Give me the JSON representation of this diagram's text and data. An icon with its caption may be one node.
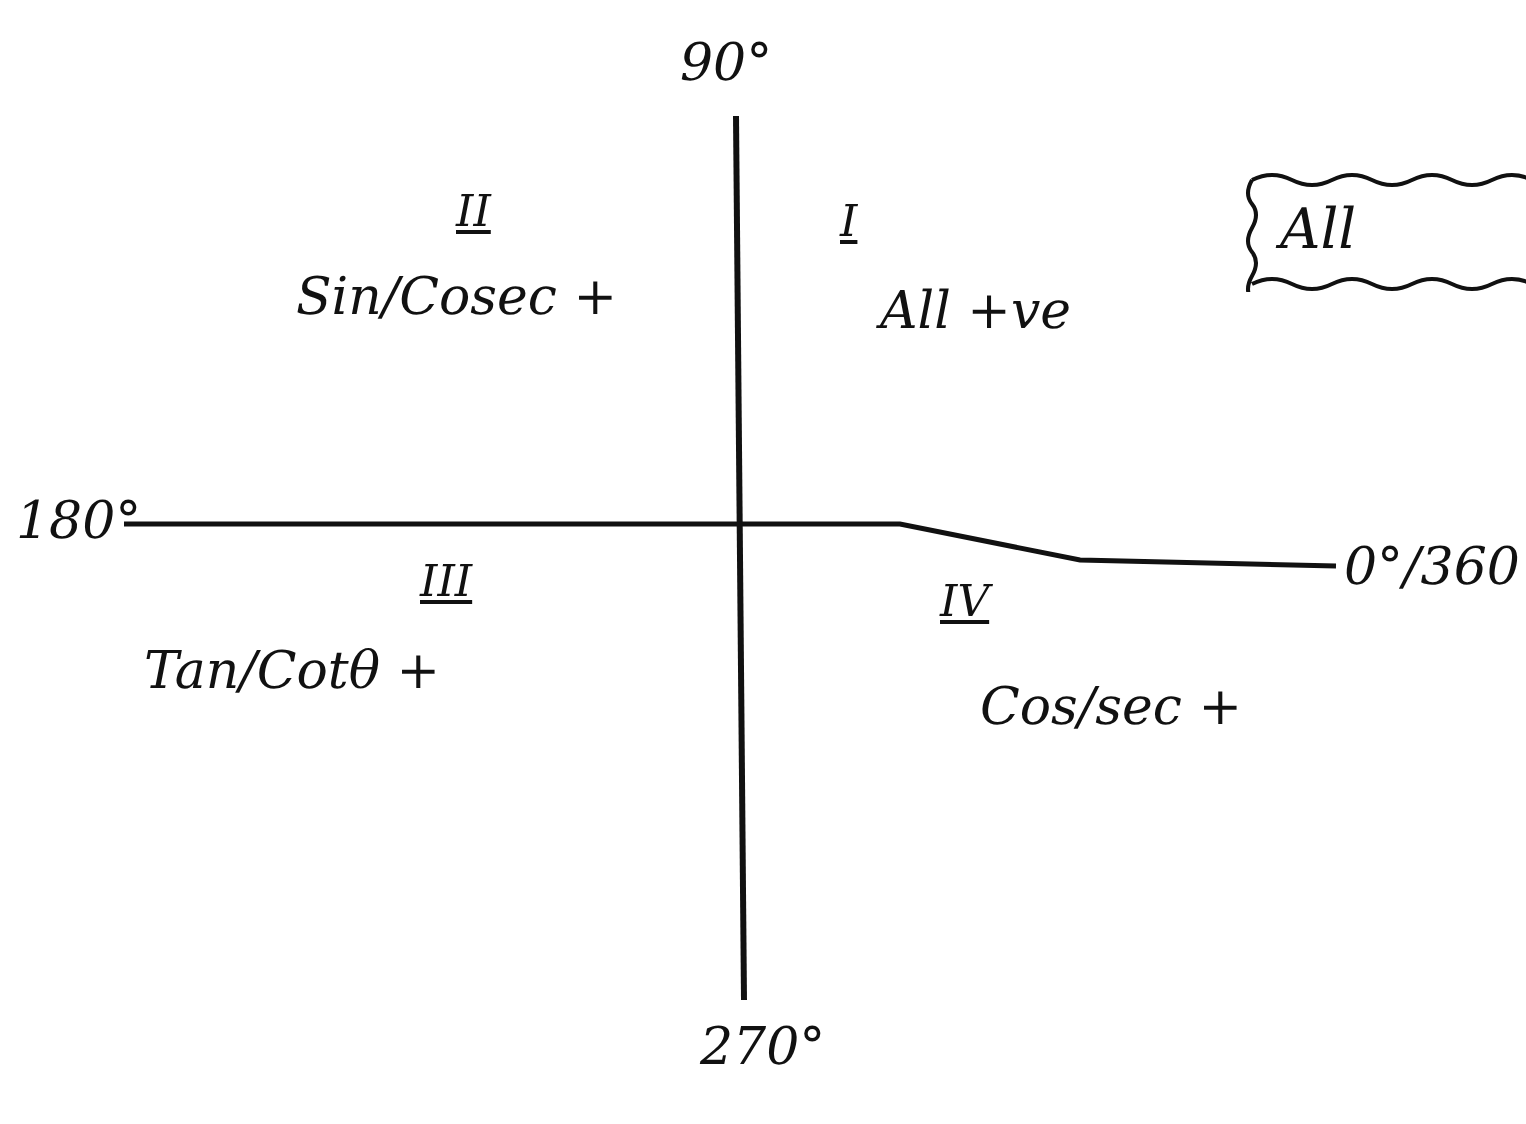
{
  "diagram": {
    "nodes": [
      {
        "text": [
          "All"
        ]
      }
    ],
    "labels": [
      "90°",
      "II",
      "Sin/Cosec +",
      "I",
      "All +ve",
      "180°",
      "0°/360",
      "III",
      "Tan/Cotθ +",
      "IV",
      "Cos/sec +",
      "270°"
    ]
  }
}
